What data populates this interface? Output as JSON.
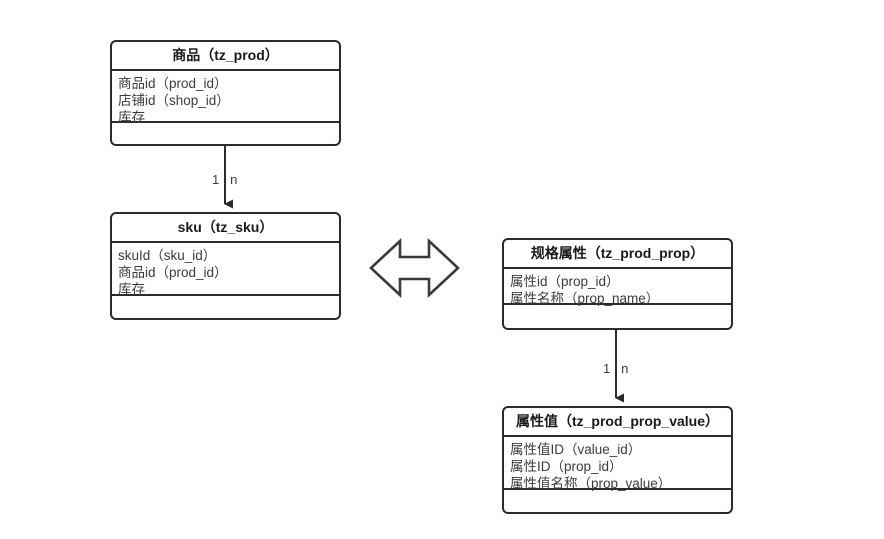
{
  "diagram": {
    "title": "",
    "background_color": "#ffffff",
    "line_color": "#2b2b2b",
    "text_color": "#3c3c3c"
  },
  "entities": [
    {
      "id": "tz_prod",
      "title": "商品（tz_prod）",
      "attributes": [
        "商品id（prod_id）",
        "店铺id（shop_id）",
        "库存"
      ],
      "methods": []
    },
    {
      "id": "tz_sku",
      "title": "sku（tz_sku）",
      "attributes": [
        "skuId（sku_id）",
        "商品id（prod_id）",
        "库存"
      ],
      "methods": []
    },
    {
      "id": "tz_prod_prop",
      "title": "规格属性（tz_prod_prop）",
      "attributes": [
        "属性id（prop_id）",
        "属性名称（prop_name）"
      ],
      "methods": []
    },
    {
      "id": "tz_prod_prop_value",
      "title": "属性值（tz_prod_prop_value）",
      "attributes": [
        "属性值ID（value_id）",
        "属性ID（prop_id）",
        "属性值名称（prop_value）"
      ],
      "methods": []
    }
  ],
  "relations": [
    {
      "id": "prod-to-sku",
      "from": "tz_prod",
      "to": "tz_sku",
      "label": "1 : n",
      "style": "solid-arrow-down"
    },
    {
      "id": "prop-to-prop-value",
      "from": "tz_prod_prop",
      "to": "tz_prod_prop_value",
      "label": "1 : n",
      "style": "solid-arrow-down"
    },
    {
      "id": "sku-to-prop",
      "from": "tz_sku",
      "to": "tz_prod_prop",
      "label": "",
      "style": "bidirectional-block-arrow"
    }
  ]
}
